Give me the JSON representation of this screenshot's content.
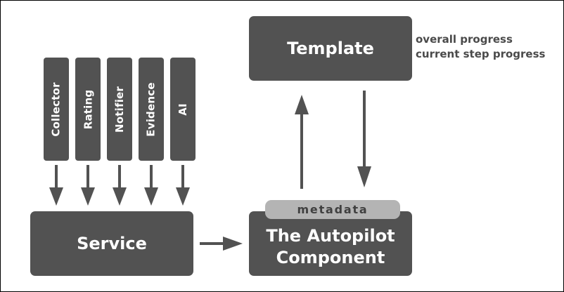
{
  "sources": [
    {
      "label": "Collector"
    },
    {
      "label": "Rating"
    },
    {
      "label": "Notifier"
    },
    {
      "label": "Evidence"
    },
    {
      "label": "AI"
    }
  ],
  "service": {
    "label": "Service"
  },
  "template": {
    "label": "Template",
    "notes": [
      "overall progress",
      "current step progress"
    ]
  },
  "autopilot": {
    "label_line1": "The Autopilot",
    "label_line2": "Component",
    "badge": "metadata"
  },
  "colors": {
    "box": "#525252",
    "badge": "#b4b4b4",
    "arrow": "#525252",
    "note_text": "#4a4a4a"
  }
}
